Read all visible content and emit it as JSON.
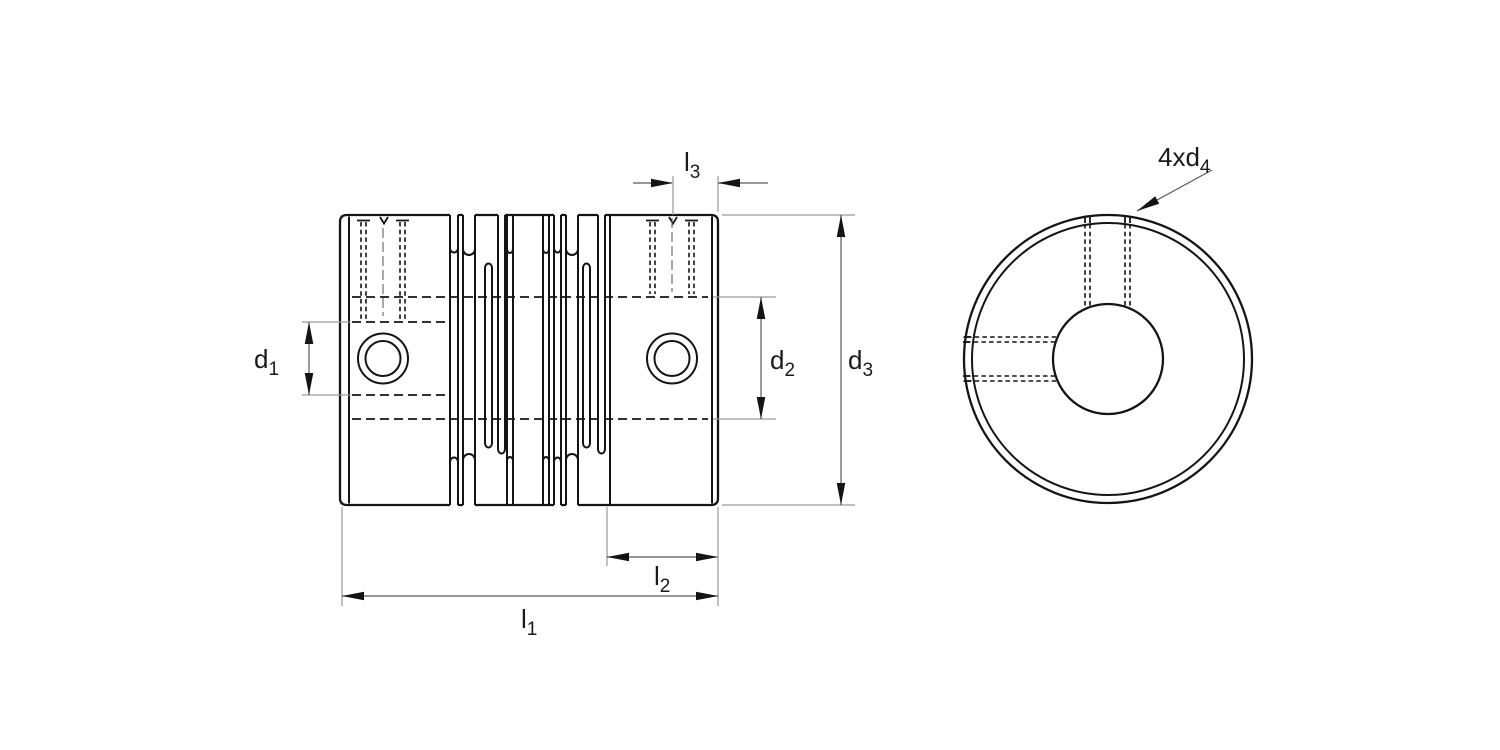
{
  "drawing": {
    "type": "technical-drawing",
    "subject": "slit-type flexible shaft coupling, side view and front view",
    "colors": {
      "background": "#ffffff",
      "geometry_line": "#141414",
      "dimension_line": "#5a5a5a",
      "extension_line": "#9a9a9a",
      "text": "#1a1a1a"
    },
    "labels": {
      "l1": {
        "base": "l",
        "sub": "1"
      },
      "l2": {
        "base": "l",
        "sub": "2"
      },
      "l3": {
        "base": "l",
        "sub": "3"
      },
      "d1": {
        "base": "d",
        "sub": "1"
      },
      "d2": {
        "base": "d",
        "sub": "2"
      },
      "d3": {
        "base": "d",
        "sub": "3"
      },
      "d4": {
        "base": "4xd",
        "sub": "4"
      }
    }
  }
}
